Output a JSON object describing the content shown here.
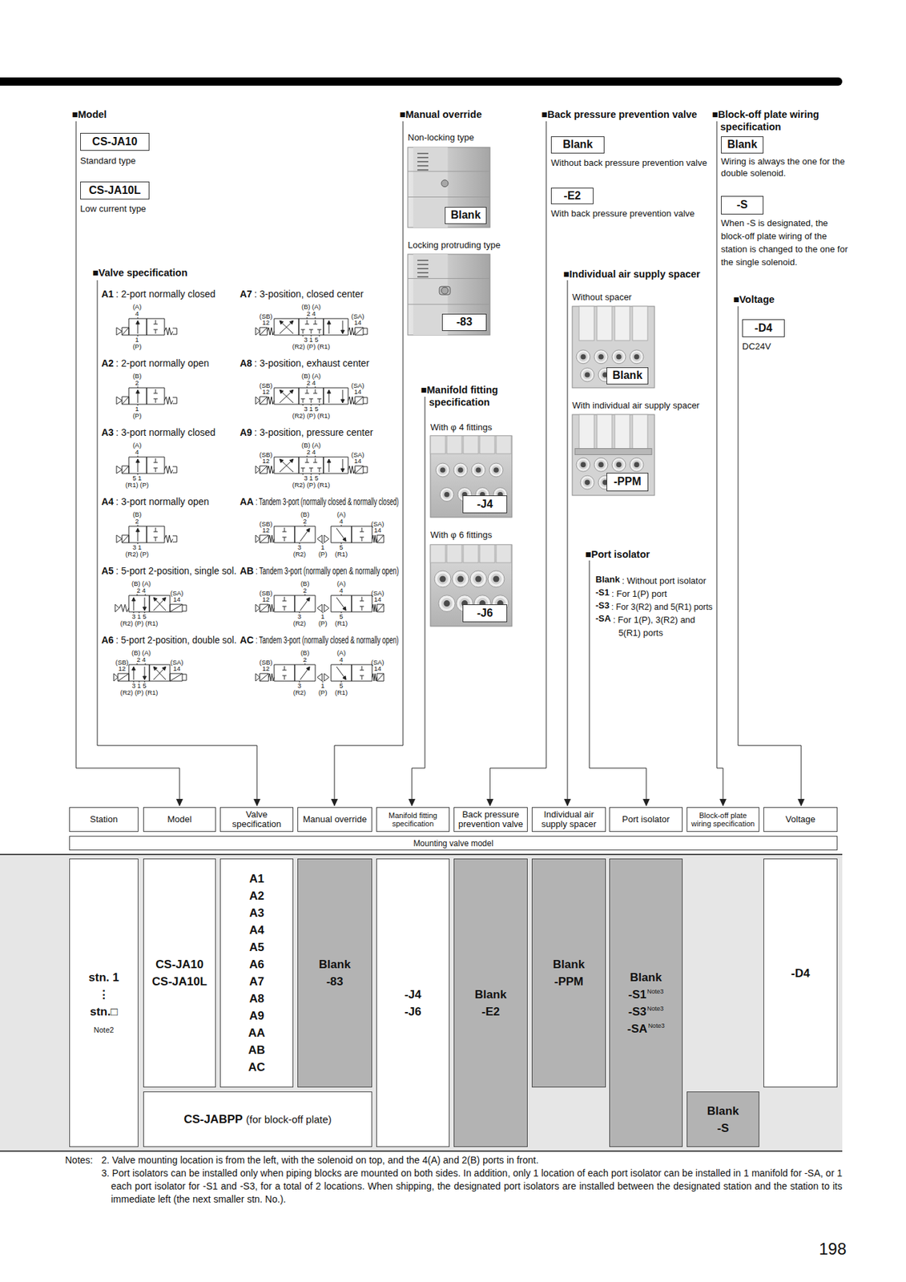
{
  "diagram": {
    "nodes": [
      {
        "text": [
          "CS-JA10"
        ]
      },
      {
        "text": [
          "CS-JA10L"
        ]
      },
      {
        "text": [
          "Blank"
        ]
      },
      {
        "text": [
          "-83"
        ]
      },
      {
        "text": [
          "-J4"
        ]
      },
      {
        "text": [
          "-J6"
        ]
      },
      {
        "text": [
          "Blank"
        ]
      },
      {
        "text": [
          "-E2"
        ]
      },
      {
        "text": [
          "Blank"
        ]
      },
      {
        "text": [
          "-PPM"
        ]
      },
      {
        "text": [
          "Blank"
        ]
      },
      {
        "text": [
          "-S"
        ]
      },
      {
        "text": [
          "-D4"
        ]
      },
      {
        "text": [
          "Station"
        ]
      },
      {
        "text": [
          "Model"
        ]
      },
      {
        "text": [
          "Valve specification"
        ]
      },
      {
        "text": [
          "Manual override"
        ]
      },
      {
        "text": [
          "Manifold fitting specification"
        ]
      },
      {
        "text": [
          "Back pressure prevention valve"
        ]
      },
      {
        "text": [
          "Individual air supply spacer"
        ]
      },
      {
        "text": [
          "Port isolator"
        ]
      },
      {
        "text": [
          "Block-off plate wiring specification"
        ]
      },
      {
        "text": [
          "Voltage"
        ]
      },
      {
        "text": [
          "Mounting valve model"
        ]
      },
      {
        "text": [
          "stn. 1",
          "⋮",
          "stn.□",
          "Note2"
        ]
      },
      {
        "text": [
          "CS-JA10",
          "CS-JA10L"
        ]
      },
      {
        "text": [
          "A1",
          "A2",
          "A3",
          "A4",
          "A5",
          "A6",
          "A7",
          "A8",
          "A9",
          "AA",
          "AB",
          "AC"
        ]
      },
      {
        "text": [
          "Blank",
          "-83"
        ]
      },
      {
        "text": [
          "-J4",
          "-J6"
        ]
      },
      {
        "text": [
          "Blank",
          "-E2"
        ]
      },
      {
        "text": [
          "Blank",
          "-PPM"
        ]
      },
      {
        "text": [
          "Blank",
          "-S1",
          "Note3",
          "-S3",
          "Note3",
          "-SA",
          "Note3"
        ]
      },
      {
        "text": [
          "-D4"
        ]
      },
      {
        "text": [
          "CS-JABPP",
          "(for block-off plate)"
        ]
      },
      {
        "text": [
          "Blank",
          "-S"
        ]
      }
    ],
    "labels": [
      "■Model",
      "Standard type",
      "Low current type",
      "■Valve specification",
      "A1",
      ": 2-port normally closed",
      "(A)",
      "4",
      "1",
      "(P)",
      "A2",
      ": 2-port normally open",
      "(B)",
      "2",
      "1",
      "(P)",
      "A3",
      ": 3-port normally closed",
      "(A)",
      "4",
      "5 1",
      "(R1) (P)",
      "A4",
      ": 3-port normally open",
      "(B)",
      "2",
      "3 1",
      "(R2) (P)",
      "A5",
      ": 5-port 2-position, single sol.",
      "(B) (A)",
      "2 4",
      "(SA)",
      "14",
      "3 1 5",
      "(R2) (P) (R1)",
      "A6",
      ": 5-port 2-position, double sol.",
      "(SB)",
      "12",
      "(B) (A)",
      "2 4",
      "(SA)",
      "14",
      "3 1 5",
      "(R2) (P) (R1)",
      "A7",
      ": 3-position, closed center",
      "(SB)",
      "12",
      "(B) (A)",
      "2 4",
      "(SA)",
      "14",
      "3 1 5",
      "(R2) (P) (R1)",
      "A8",
      ": 3-position, exhaust center",
      "(SB)",
      "12",
      "(B) (A)",
      "2 4",
      "(SA)",
      "14",
      "3 1 5",
      "(R2) (P) (R1)",
      "A9",
      ": 3-position, pressure center",
      "(SB)",
      "12",
      "(B) (A)",
      "2 4",
      "(SA)",
      "14",
      "3 1 5",
      "(R2) (P) (R1)",
      "AA",
      ": Tandem 3-port (normally closed & normally closed)",
      "(SB)",
      "12",
      "(B)",
      "2",
      "(A)",
      "4",
      "(SA)",
      "14",
      "3",
      "(R2)",
      "1",
      "(P)",
      "5",
      "(R1)",
      "AB",
      ": Tandem 3-port (normally open & normally open)",
      "(SB)",
      "12",
      "(B)",
      "2",
      "(A)",
      "4",
      "(SA)",
      "14",
      "3",
      "(R2)",
      "1",
      "(P)",
      "5",
      "(R1)",
      "AC",
      ": Tandem 3-port (normally closed & normally open)",
      "(SB)",
      "12",
      "(B)",
      "2",
      "(A)",
      "4",
      "(SA)",
      "14",
      "3",
      "(R2)",
      "1",
      "(P)",
      "5",
      "(R1)",
      "■Manual override",
      "Non-locking type",
      "Locking protruding type",
      "■Manifold fitting specification",
      "With φ 4 fittings",
      "With φ 6 fittings",
      "■Back pressure prevention valve",
      "Without back pressure prevention valve",
      "With back pressure prevention valve",
      "■Individual air supply spacer",
      "Without spacer",
      "With individual air supply spacer",
      "■Port isolator",
      "Blank",
      ": Without port isolator",
      "-S1",
      ": For 1(P) port",
      "-S3",
      ": For 3(R2) and 5(R1) ports",
      "-SA",
      ": For 1(P), 3(R2) and 5(R1) ports",
      "■Block-off plate wiring specification",
      "Wiring is always the one for the double solenoid.",
      "When -S is designated, the block-off plate wiring of the station is changed to the one for the single solenoid.",
      "■Voltage",
      "DC24V",
      "Notes:",
      "2. Valve mounting location is from the left, with the solenoid on top, and the 4(A) and 2(B) ports in front.",
      "3. Port isolators can be installed only when piping blocks are mounted on both sides. In addition, only 1 location of each port isolator can be installed in 1 manifold for -SA, or 1 each port isolator for -S1 and -S3, for a total of 2 locations. When shipping, the designated port isolators are installed between the designated station and the station to its immediate left (the next smaller stn. No.).",
      "198"
    ]
  }
}
